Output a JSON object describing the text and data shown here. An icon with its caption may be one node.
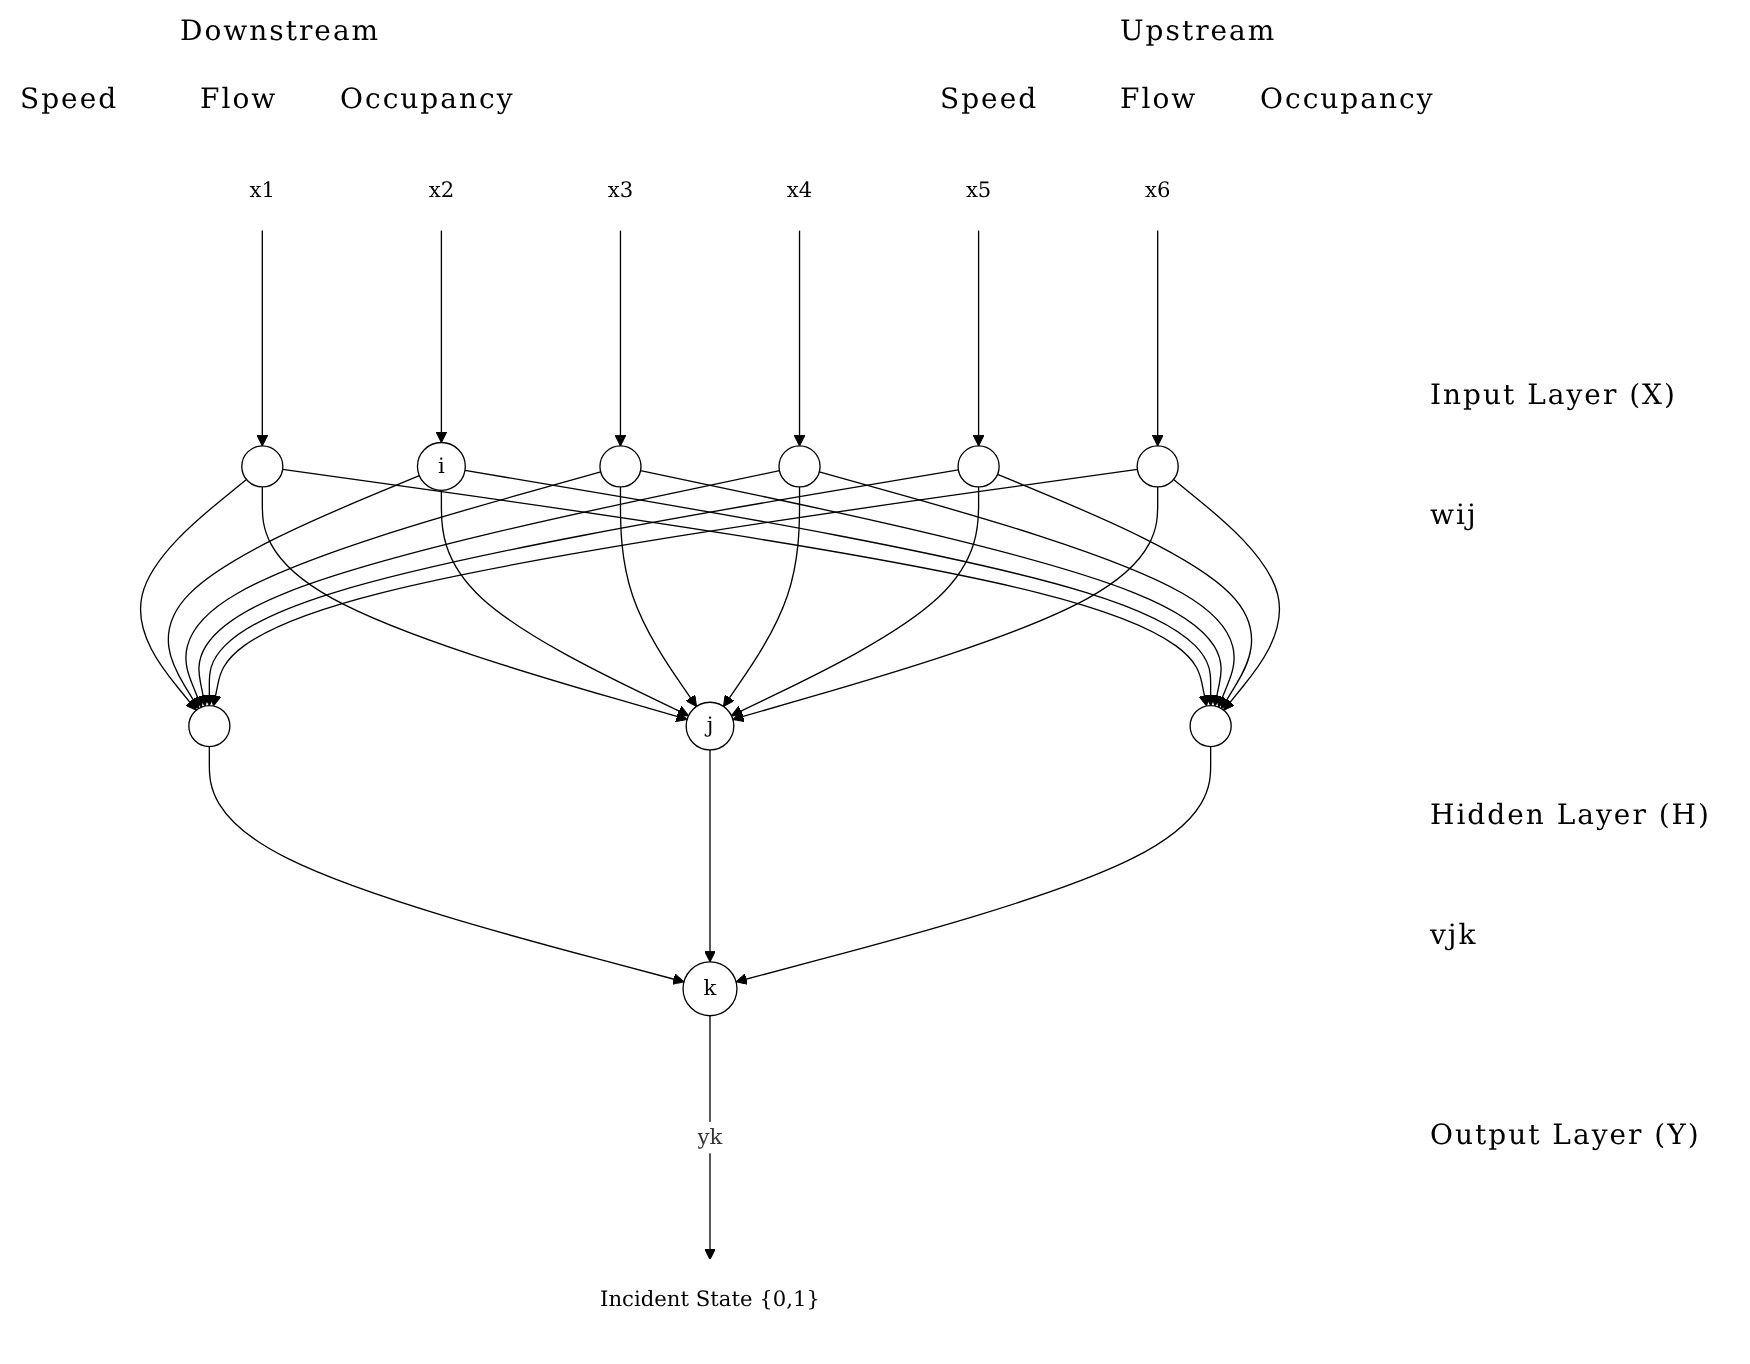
{
  "diagram": {
    "nodes": [
      {
        "text": [
          "x1"
        ]
      },
      {
        "text": [
          "x2"
        ]
      },
      {
        "text": [
          "x3"
        ]
      },
      {
        "text": [
          "x4"
        ]
      },
      {
        "text": [
          "x5"
        ]
      },
      {
        "text": [
          "x6"
        ]
      },
      {
        "text": [],
        "shape": "circle"
      },
      {
        "text": [
          "i"
        ]
      },
      {
        "text": [],
        "shape": "circle"
      },
      {
        "text": [],
        "shape": "circle"
      },
      {
        "text": [],
        "shape": "circle"
      },
      {
        "text": [],
        "shape": "circle"
      },
      {
        "text": [],
        "shape": "circle"
      },
      {
        "text": [
          "j"
        ]
      },
      {
        "text": [],
        "shape": "circle"
      },
      {
        "text": [
          "k"
        ]
      },
      {
        "text": [
          "Incident State {0,1}"
        ]
      }
    ],
    "edges": [
      {
        "from": 0,
        "to": 6,
        "arrow": "to"
      },
      {
        "from": 1,
        "to": 7,
        "arrow": "to"
      },
      {
        "from": 2,
        "to": 8,
        "arrow": "to"
      },
      {
        "from": 3,
        "to": 9,
        "arrow": "to"
      },
      {
        "from": 4,
        "to": 10,
        "arrow": "to"
      },
      {
        "from": 5,
        "to": 11,
        "arrow": "to"
      },
      {
        "from": 6,
        "to": 12,
        "arrow": "to"
      },
      {
        "from": 6,
        "to": 13,
        "arrow": "to"
      },
      {
        "from": 6,
        "to": 14,
        "arrow": "to"
      },
      {
        "from": 7,
        "to": 12,
        "arrow": "to"
      },
      {
        "from": 7,
        "to": 13,
        "arrow": "to"
      },
      {
        "from": 7,
        "to": 14,
        "arrow": "to"
      },
      {
        "from": 8,
        "to": 12,
        "arrow": "to"
      },
      {
        "from": 8,
        "to": 13,
        "arrow": "to"
      },
      {
        "from": 8,
        "to": 14,
        "arrow": "to"
      },
      {
        "from": 9,
        "to": 12,
        "arrow": "to"
      },
      {
        "from": 9,
        "to": 13,
        "arrow": "to"
      },
      {
        "from": 9,
        "to": 14,
        "arrow": "to"
      },
      {
        "from": 10,
        "to": 12,
        "arrow": "to"
      },
      {
        "from": 10,
        "to": 13,
        "arrow": "to"
      },
      {
        "from": 10,
        "to": 14,
        "arrow": "to"
      },
      {
        "from": 11,
        "to": 12,
        "arrow": "to"
      },
      {
        "from": 11,
        "to": 13,
        "arrow": "to"
      },
      {
        "from": 11,
        "to": 14,
        "arrow": "to"
      },
      {
        "from": 12,
        "to": 15,
        "arrow": "to"
      },
      {
        "from": 13,
        "to": 15,
        "arrow": "to"
      },
      {
        "from": 14,
        "to": 15,
        "arrow": "to"
      },
      {
        "from": 15,
        "to": 16,
        "label": "yk",
        "arrow": "to"
      }
    ],
    "labels": [
      "Downstream",
      "Upstream",
      "Speed",
      "Flow",
      "Occupancy",
      "Speed",
      "Flow",
      "Occupancy",
      "Input Layer (X)",
      "wij",
      "Hidden Layer (H)",
      "vjk",
      "Output Layer (Y)"
    ]
  }
}
